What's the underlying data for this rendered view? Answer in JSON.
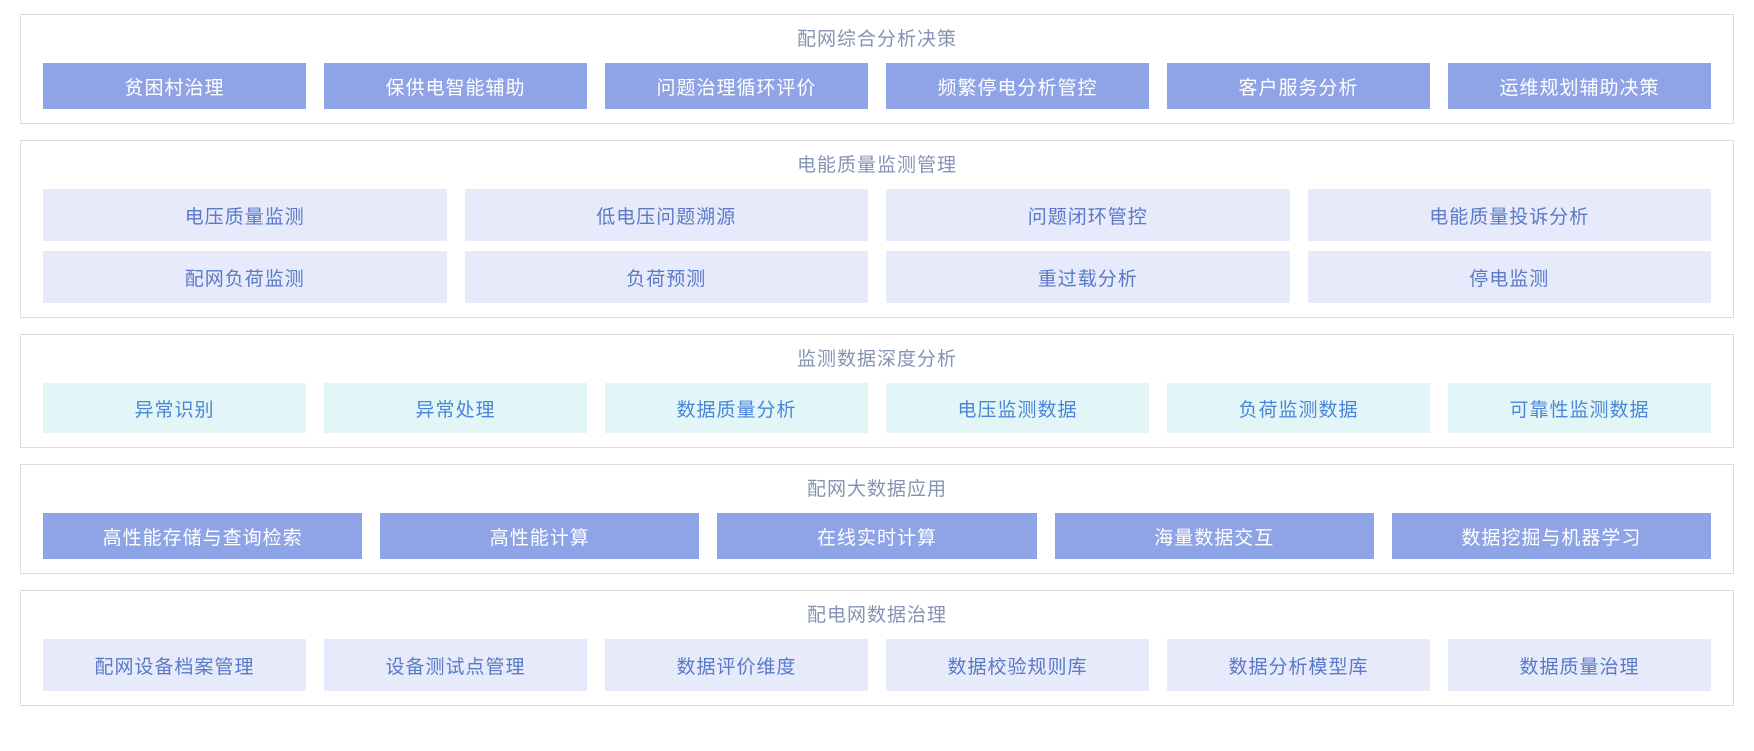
{
  "colors": {
    "solid_button_bg": "#8fa4e6",
    "solid_button_text": "#ffffff",
    "lavender_tile_bg": "#e6eafa",
    "lavender_tile_text": "#5a7ac8",
    "teal_tile_bg": "#e3f6f7",
    "teal_tile_text": "#4a86d8",
    "panel_border": "#d9dce4",
    "title_text": "#8593b4"
  },
  "sections": [
    {
      "title": "配网综合分析决策",
      "style": "solid",
      "rows": [
        [
          "贫困村治理",
          "保供电智能辅助",
          "问题治理循环评价",
          "频繁停电分析管控",
          "客户服务分析",
          "运维规划辅助决策"
        ]
      ]
    },
    {
      "title": "电能质量监测管理",
      "style": "lavender",
      "rows": [
        [
          "电压质量监测",
          "低电压问题溯源",
          "问题闭环管控",
          "电能质量投诉分析"
        ],
        [
          "配网负荷监测",
          "负荷预测",
          "重过载分析",
          "停电监测"
        ]
      ]
    },
    {
      "title": "监测数据深度分析",
      "style": "teal",
      "rows": [
        [
          "异常识别",
          "异常处理",
          "数据质量分析",
          "电压监测数据",
          "负荷监测数据",
          "可靠性监测数据"
        ]
      ]
    },
    {
      "title": "配网大数据应用",
      "style": "solid",
      "rows": [
        [
          "高性能存储与查询检索",
          "高性能计算",
          "在线实时计算",
          "海量数据交互",
          "数据挖掘与机器学习"
        ]
      ]
    },
    {
      "title": "配电网数据治理",
      "style": "lavender",
      "rows": [
        [
          "配网设备档案管理",
          "设备测试点管理",
          "数据评价维度",
          "数据校验规则库",
          "数据分析模型库",
          "数据质量治理"
        ]
      ]
    }
  ]
}
